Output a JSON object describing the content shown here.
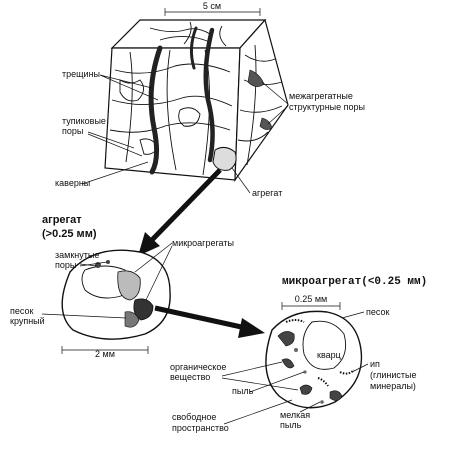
{
  "cube": {
    "dimension": "5 см",
    "labels": {
      "cracks": "трещины",
      "dead_end_pores_1": "тупиковые",
      "dead_end_pores_2": "поры",
      "caverns": "каверны",
      "inter_pores_1": "межагрегатные",
      "inter_pores_2": "структурные поры",
      "aggregate": "агрегат"
    }
  },
  "aggregate": {
    "title_1": "агрегат",
    "title_2": "(>0.25 мм)",
    "closed_pores_1": "замкнутые",
    "closed_pores_2": "поры",
    "microaggregates": "микроагрегаты",
    "sand_1": "песок",
    "sand_2": "крупный",
    "scale": "2 мм"
  },
  "microaggregate": {
    "title": "микроагрегат(<0.25 мм)",
    "scale": "0.25 мм",
    "sand": "песок",
    "quartz": "кварц",
    "organic_1": "органическое",
    "organic_2": "вещество",
    "dust": "пыль",
    "ip_1": "ип",
    "ip_2": "(глинистые",
    "ip_3": "минералы)",
    "free_space_1": "свободное",
    "free_space_2": "пространство",
    "fine_dust_1": "мелкая",
    "fine_dust_2": "пыль"
  }
}
